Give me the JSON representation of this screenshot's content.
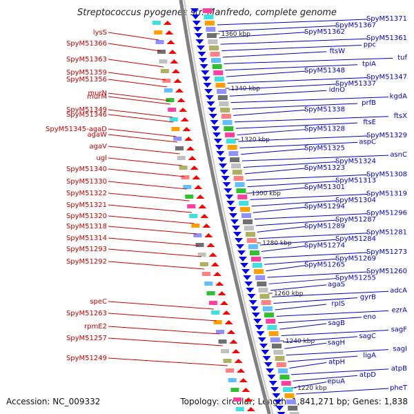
{
  "title": "Streptococcus pyogenes str. Manfredo, complete genome",
  "footer": {
    "accession": "Accession: NC_009332",
    "summary": "Topology: circular; Length: 1,841,271 bp; Genes: 1,838"
  },
  "ticks": [
    "1360 kbp",
    "1340 kbp",
    "1320 kbp",
    "1300 kbp",
    "1280 kbp",
    "1260 kbp",
    "1240 kbp",
    "1220 kbp"
  ],
  "left_labels": [
    "lysS",
    "SpyM51366",
    "SpyM51363",
    "SpyM51359",
    "SpyM51356",
    "murN",
    "murM",
    "SpyM51349",
    "SpyM51346",
    "SpyM51345-agaD",
    "agaW",
    "agaV",
    "ugl",
    "SpyM51340",
    "SpyM51330",
    "SpyM51322",
    "SpyM51321",
    "SpyM51320",
    "SpyM51318",
    "SpyM51314",
    "SpyM51293",
    "SpyM51292",
    "speC",
    "SpyM51263",
    "rpmE2",
    "SpyM51257",
    "SpyM51249"
  ],
  "right_labels": [
    "SpyM51371",
    "SpyM51367",
    "SpyM51362",
    "SpyM51361",
    "ppc",
    "ftsW",
    "tuf",
    "tpiA",
    "SpyM51348",
    "SpyM51347",
    "SpyM51337",
    "idnO",
    "kgdA",
    "prfB",
    "SpyM51338",
    "ftsX",
    "ftsE",
    "SpyM51328",
    "SpyM51329",
    "aspC",
    "SpyM51325",
    "asnC",
    "SpyM51324",
    "SpyM51323",
    "SpyM51308",
    "SpyM51313",
    "SpyM51301",
    "SpyM51319",
    "SpyM51304",
    "SpyM51294",
    "SpyM51296",
    "SpyM51287",
    "SpyM51289",
    "SpyM51281",
    "SpyM51284",
    "SpyM51274",
    "SpyM51273",
    "SpyM51269",
    "SpyM51265",
    "SpyM51260",
    "SpyM51255",
    "agaS",
    "adcA",
    "gyrB",
    "rplS",
    "ezrA",
    "eno",
    "sagB",
    "sagF",
    "sagC",
    "sagH",
    "sagI",
    "ligA",
    "atpH",
    "atpB",
    "atpD",
    "epuA",
    "pheT"
  ],
  "colors": {
    "forward": "#ff0000",
    "reverse": "#0000ff",
    "backbone": "#808080",
    "left_label": "#cc0000",
    "right_label": "#0000cc"
  }
}
